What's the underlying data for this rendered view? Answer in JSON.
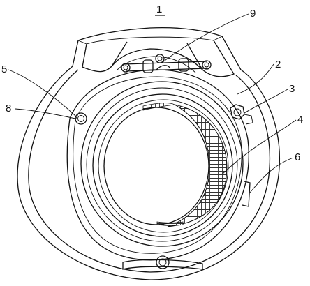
{
  "figure": {
    "title_number": "1",
    "callouts": [
      {
        "id": "callout-9",
        "label": "9"
      },
      {
        "id": "callout-2",
        "label": "2"
      },
      {
        "id": "callout-3",
        "label": "3"
      },
      {
        "id": "callout-4",
        "label": "4"
      },
      {
        "id": "callout-5",
        "label": "5"
      },
      {
        "id": "callout-8",
        "label": "8"
      },
      {
        "id": "callout-6",
        "label": "6"
      }
    ]
  }
}
